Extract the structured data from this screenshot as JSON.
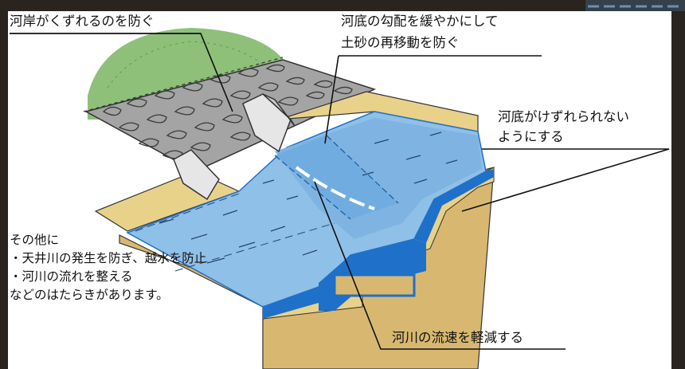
{
  "labels": {
    "bank_protection": "河岸がくずれるのを防ぐ",
    "gradient_line1": "河底の勾配を緩やかにして",
    "gradient_line2": "土砂の再移動を防ぐ",
    "bed_line1": "河底がけずれられない",
    "bed_line2": "ようにする",
    "speed": "河川の流速を軽減する"
  },
  "notes": {
    "heading": "その他に",
    "item1": "・天井川の発生を防ぎ、越水を防止",
    "item2": "・河川の流れを整える",
    "closing": "などのはたらきがあります。"
  },
  "colors": {
    "frame": "#2a241e",
    "panel": "#ffffff",
    "water": "#8fc0e8",
    "water_dark": "#1f70c8",
    "soil": "#e8d28a",
    "ground": "#d8b870",
    "stone": "#9a9a9a",
    "grass": "#8ec07a"
  }
}
